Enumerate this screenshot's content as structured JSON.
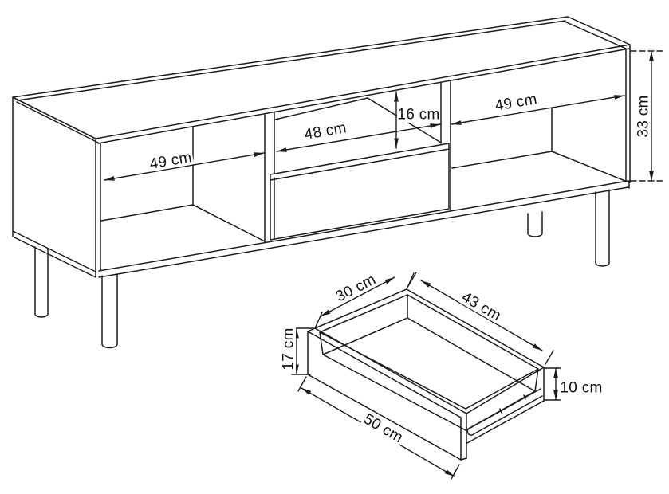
{
  "diagram": {
    "background_color": "#ffffff",
    "line_color": "#1c1c1c",
    "label_color": "#111111"
  },
  "dims": {
    "cabinet_left_width": "49 cm",
    "cabinet_middle_width": "48 cm",
    "cabinet_niche_height": "16 cm",
    "cabinet_right_width": "49 cm",
    "cabinet_side_height": "33 cm",
    "drawer_depth": "30 cm",
    "drawer_box_width": "43 cm",
    "drawer_front_height": "17 cm",
    "drawer_front_width": "50 cm",
    "drawer_side_height": "10 cm"
  }
}
